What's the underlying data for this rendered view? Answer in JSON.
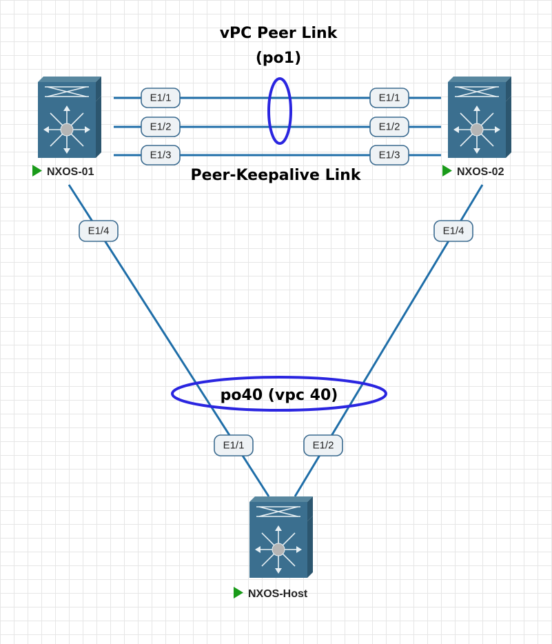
{
  "diagram": {
    "labels": {
      "peer_link_title": "vPC Peer Link",
      "peer_link_po": "(po1)",
      "keepalive": "Peer-Keepalive Link",
      "vpc_po": "po40 (vpc 40)"
    },
    "nodes": {
      "nxos01": {
        "name": "NXOS-01"
      },
      "nxos02": {
        "name": "NXOS-02"
      },
      "host": {
        "name": "NXOS-Host"
      }
    },
    "ports": {
      "nxos01_e11": "E1/1",
      "nxos01_e12": "E1/2",
      "nxos01_e13": "E1/3",
      "nxos01_e14": "E1/4",
      "nxos02_e11": "E1/1",
      "nxos02_e12": "E1/2",
      "nxos02_e13": "E1/3",
      "nxos02_e14": "E1/4",
      "host_e11": "E1/1",
      "host_e12": "E1/2"
    },
    "colors": {
      "link": "#1f6ea8",
      "oval": "#2a25e0",
      "status": "#1a9b1a",
      "switch": "#3b6f8f"
    },
    "icons": [
      "nexus-switch-icon",
      "play-status-icon"
    ]
  }
}
